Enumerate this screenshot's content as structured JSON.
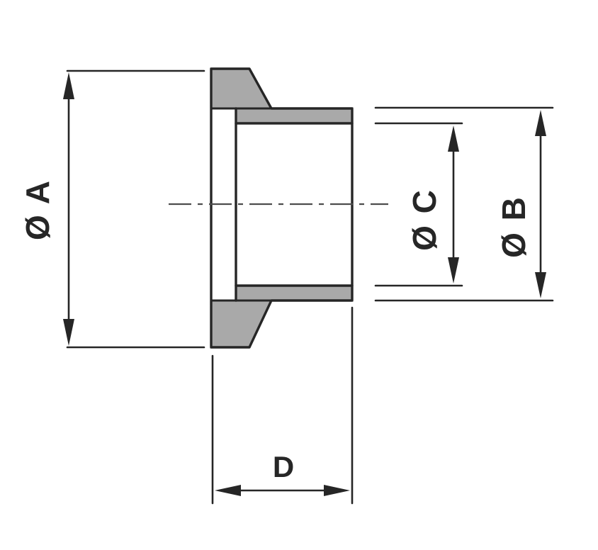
{
  "labels": {
    "dim_a": "Ø A",
    "dim_b": "Ø B",
    "dim_c": "Ø C",
    "dim_d": "D"
  },
  "colors": {
    "line": "#262626",
    "centerline": "#4d4d4d",
    "section_fill": "#a9a9a9",
    "background": "#ffffff"
  }
}
